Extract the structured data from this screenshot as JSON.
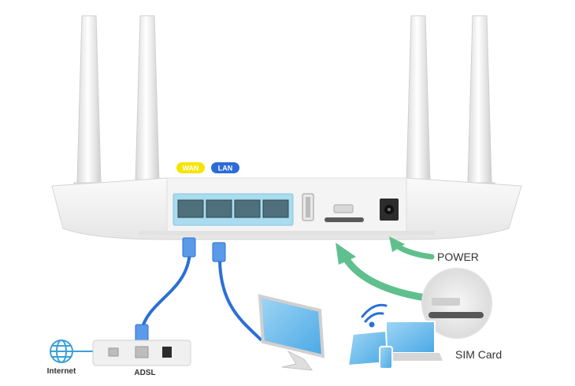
{
  "labels": {
    "wan": "WAN",
    "lan": "LAN",
    "power": "POWER",
    "sim_card": "SIM Card",
    "internet": "Internet",
    "adsl": "ADSL"
  },
  "colors": {
    "wan_badge": "#f5e400",
    "lan_badge": "#2c6bd8",
    "cable": "#2b6fd6",
    "arrow": "#5fc08e",
    "port_panel": "#a9dcef",
    "monitor_screen": "#7fc6ef",
    "router_body": "#f2f2f2"
  },
  "icons": [
    "globe-icon",
    "wifi-icon",
    "sim-slot-icon",
    "usb-port-icon",
    "power-jack-icon"
  ]
}
